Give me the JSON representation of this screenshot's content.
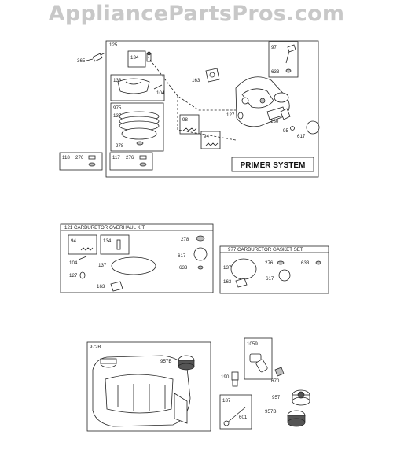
{
  "watermark": "AppliancePartsPros.com",
  "primer_group": {
    "number": "125",
    "title": "PRIMER SYSTEM"
  },
  "overhaul_kit": {
    "title": "121 CARBURETOR OVERHAUL KIT"
  },
  "gasket_set": {
    "title": "977 CARBURETOR GASKET SET"
  },
  "parts": {
    "p365": "365",
    "p134": "134",
    "p133": "133",
    "p104": "104",
    "p975": "975",
    "p137": "137",
    "p278": "278",
    "p163": "163",
    "p97": "97",
    "p633": "633",
    "p127": "127",
    "p130": "130",
    "p95": "95",
    "p617": "617",
    "p98": "98",
    "p94": "94",
    "p118": "118",
    "p276": "276",
    "p117": "117",
    "p121": "121",
    "p977": "977",
    "p972b": "972B",
    "p957b": "957B",
    "p1059": "1059",
    "p190": "190",
    "p670": "670",
    "p957": "957",
    "p187": "187",
    "p601": "601"
  }
}
